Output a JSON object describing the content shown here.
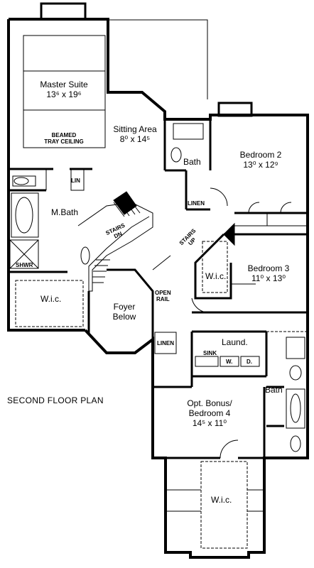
{
  "plan_title": "SECOND FLOOR PLAN",
  "rooms": {
    "master_suite": {
      "name": "Master Suite",
      "dims": "13⁶ x 19⁶"
    },
    "beamed": {
      "line1": "BEAMED",
      "line2": "TRAY CEILING"
    },
    "sitting_area": {
      "name": "Sitting Area",
      "dims": "8⁰ x 14⁵"
    },
    "bath_upper": {
      "name": "Bath"
    },
    "bedroom2": {
      "name": "Bedroom 2",
      "dims": "13⁰ x 12⁹"
    },
    "lin": "LIN",
    "linen_top": "LINEN",
    "mbath": {
      "name": "M.Bath"
    },
    "stairs_dn": {
      "line1": "STAIRS",
      "line2": "DN"
    },
    "stairs_up": {
      "line1": "STAIRS",
      "line2": "UP"
    },
    "shwr": "SHWR",
    "wic_master": "W.i.c.",
    "wic_bed3": "W.i.c.",
    "bedroom3": {
      "name": "Bedroom 3",
      "dims": "11⁰ x 13⁰"
    },
    "open_rail": {
      "line1": "OPEN",
      "line2": "RAIL"
    },
    "foyer": {
      "line1": "Foyer",
      "line2": "Below"
    },
    "linen_mid": "LINEN",
    "laundry": {
      "name": "Laund.",
      "sink": "SINK",
      "w": "W.",
      "d": "D."
    },
    "bath_lower": {
      "name": "Bath"
    },
    "bonus": {
      "line1": "Opt. Bonus/",
      "line2": "Bedroom 4",
      "dims": "14⁵ x 11⁰"
    },
    "wic_bonus": "W.i.c."
  }
}
